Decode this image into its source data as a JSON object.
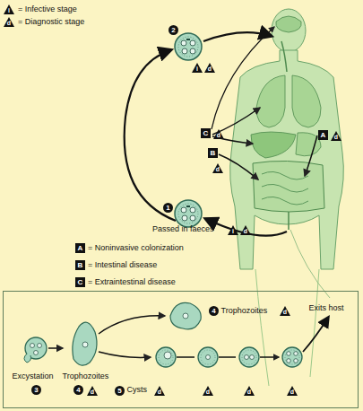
{
  "diagram": {
    "nodes": [
      {
        "text": [
          "Excystation",
          "Trophozoites",
          "Trophozoites",
          "Cysts",
          "Exits host"
        ]
      }
    ],
    "labels": [
      "i",
      "d",
      "A",
      "B",
      "C",
      "2",
      "i",
      "d",
      "C",
      "d",
      "A",
      "d",
      "B",
      "d",
      "1",
      "i",
      "d",
      "Passed in faeces",
      "3",
      "4",
      "d",
      "4",
      "d",
      "5",
      "d",
      "d",
      "d",
      "d"
    ],
    "legend": [
      {
        "text": "= Infective stage"
      },
      {
        "text": "= Diagnostic stage"
      },
      {
        "text": "= Noninvasive colonization"
      },
      {
        "text": "= Intestinal disease"
      },
      {
        "text": "= Extraintestinal disease"
      }
    ]
  }
}
